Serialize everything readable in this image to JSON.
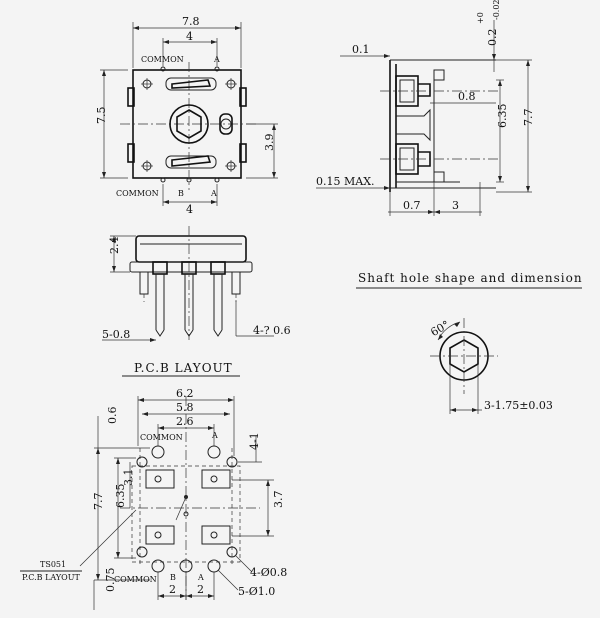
{
  "top_view": {
    "dim_width": "7.8",
    "dim_pin_pitch_top": "4",
    "dim_pin_pitch_bottom": "4",
    "dim_height": "7.5",
    "dim_offset": "3.9",
    "label_common_top": "COMMON",
    "label_a_top": "A",
    "label_common_bottom": "COMMON",
    "label_b": "B",
    "label_a_bottom": "A"
  },
  "side_view": {
    "dim_top_gap": "0.1",
    "dim_tol": "0.2",
    "dim_tol_sup": "+0",
    "dim_tol_sub": "-0.02",
    "dim_terminal": "0.8",
    "dim_pitch": "6.35",
    "dim_overall": "7.7",
    "dim_max": "0.15 MAX.",
    "dim_base": "0.7",
    "dim_length": "3"
  },
  "front_view": {
    "dim_height": "2.4",
    "dim_pins": "5-0.8",
    "dim_lugs": "4-? 0.6"
  },
  "shaft": {
    "title": "Shaft hole shape and dimension",
    "angle": "60°",
    "dim_hole": "3-1.75±0.03"
  },
  "pcb": {
    "title": "P.C.B  LAYOUT",
    "dim_62": "6.2",
    "dim_58": "5.8",
    "dim_26": "2.6",
    "dim_06": "0.6",
    "dim_41": "4-1",
    "dim_31": "3.1",
    "dim_77": "7.7",
    "dim_635": "6.35",
    "dim_37": "3.7",
    "dim_075": "0.75",
    "dim_2a": "2",
    "dim_2b": "2",
    "hole_small": "4-Ø0.8",
    "hole_large": "5-Ø1.0",
    "label_common_top": "COMMON",
    "label_a_top": "A",
    "label_common_bottom": "COMMON",
    "label_b": "B",
    "label_a_bottom": "A",
    "ref_code": "TS051",
    "ref_layout": "P.C.B LAYOUT"
  }
}
